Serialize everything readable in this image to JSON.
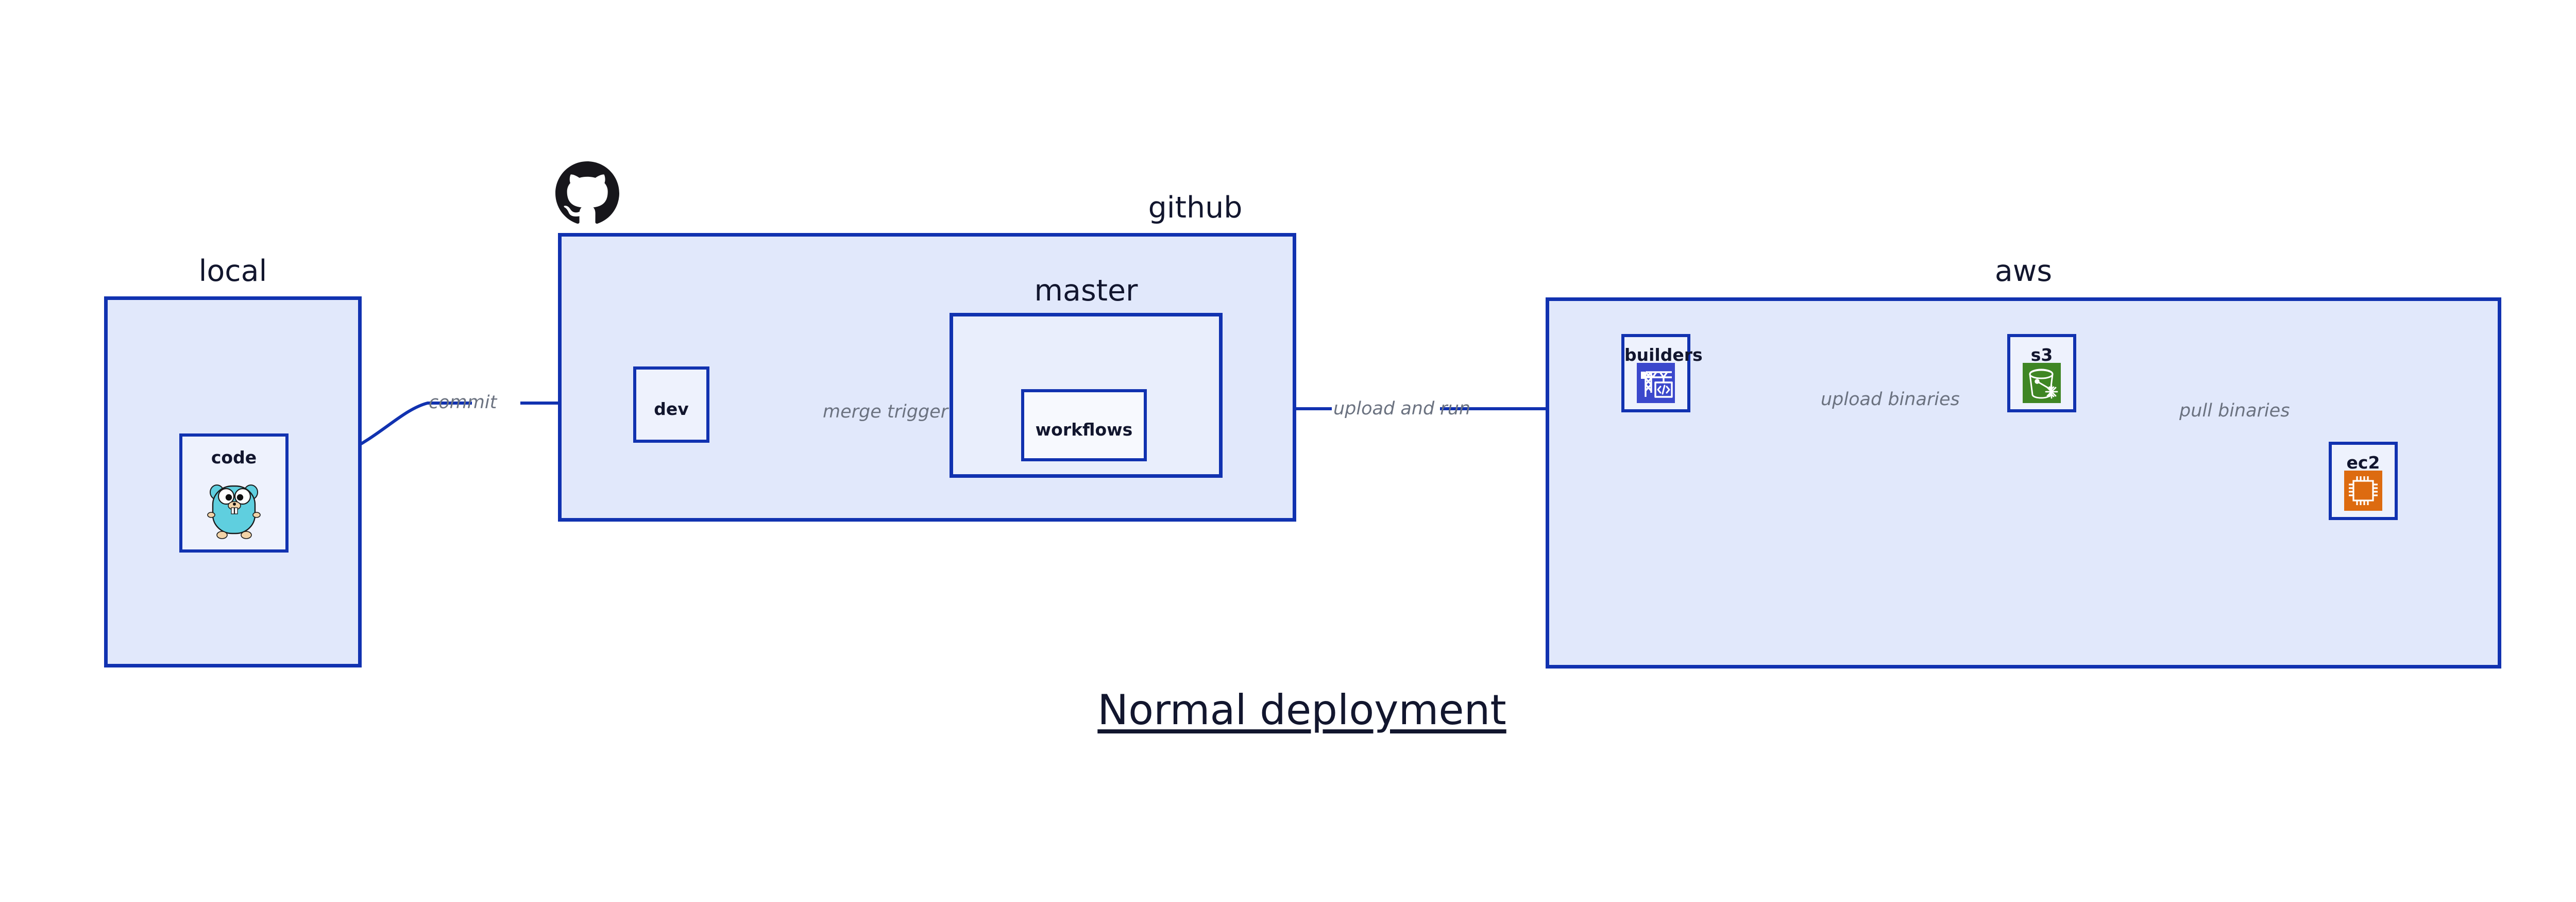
{
  "diagram": {
    "title": "Normal deployment",
    "background": "#ffffff",
    "colors": {
      "border": "#1132b0",
      "group_fill": "#e1e8fb",
      "inner_group_fill": "#e9eefc",
      "node_fill": "#eef2fd",
      "edge_line": "#1132b0",
      "edge_label_text": "#6b7280",
      "node_text": "#12162e",
      "aws_codebuild": "#3b48cc",
      "aws_s3_glacier": "#3f8624",
      "aws_ec2": "#dd6b10",
      "go_gopher": "#5fcfdf",
      "github_logo": "#17161b"
    }
  },
  "groups": [
    {
      "id": "local",
      "label": "local"
    },
    {
      "id": "github",
      "label": "github"
    },
    {
      "id": "master",
      "label": "master"
    },
    {
      "id": "aws",
      "label": "aws"
    }
  ],
  "nodes": [
    {
      "id": "code",
      "label": "code",
      "icon": "go-gopher-icon",
      "group": "local"
    },
    {
      "id": "dev",
      "label": "dev",
      "icon": null,
      "group": "github"
    },
    {
      "id": "workflows",
      "label": "workflows",
      "icon": null,
      "group": "master"
    },
    {
      "id": "builders",
      "label": "builders",
      "icon": "aws-codebuild-icon",
      "group": "aws"
    },
    {
      "id": "s3",
      "label": "s3",
      "icon": "aws-s3-glacier-icon",
      "group": "aws"
    },
    {
      "id": "ec2",
      "label": "ec2",
      "icon": "aws-ec2-icon",
      "group": "aws"
    }
  ],
  "edges": [
    {
      "id": "commit",
      "label": "commit",
      "from": "code",
      "to": "dev"
    },
    {
      "id": "merge-trigger",
      "label": "merge trigger",
      "from": "dev",
      "to": "workflows"
    },
    {
      "id": "upload-and-run",
      "label": "upload and run",
      "from": "workflows",
      "to": "builders"
    },
    {
      "id": "upload-binaries",
      "label": "upload binaries",
      "from": "builders",
      "to": "s3"
    },
    {
      "id": "pull-binaries",
      "label": "pull binaries",
      "from": "s3",
      "to": "ec2"
    }
  ],
  "logos": [
    {
      "id": "github-logo",
      "name": "github-octocat-icon",
      "belongs_to": "github"
    }
  ]
}
